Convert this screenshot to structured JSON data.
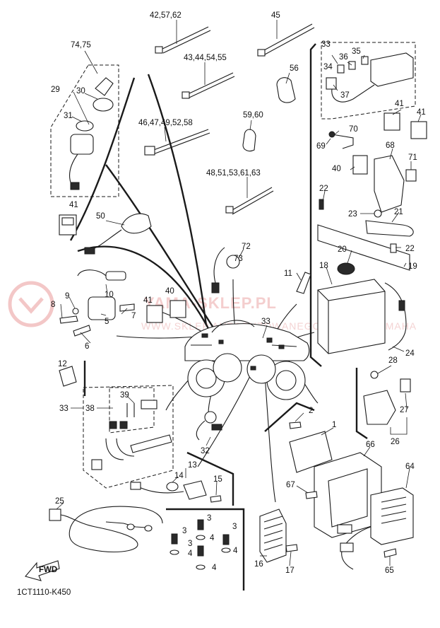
{
  "diagram": {
    "code": "1CT1110-K450",
    "watermark": {
      "line1": "YAMA-SKLEP.PL",
      "line2": "WWW.SKLEP.AUTORYZOWANEGO DEALER YAMAHA"
    },
    "fwd_label": "FWD",
    "callouts": {
      "c1": "1",
      "c2": "2",
      "c3": "3",
      "c3b": "3",
      "c3c": "3",
      "c3d": "3",
      "c4": "4",
      "c4b": "4",
      "c4c": "4",
      "c4d": "4",
      "c5": "5",
      "c6": "6",
      "c7": "7",
      "c8": "8",
      "c9": "9",
      "c10": "10",
      "c11": "11",
      "c12": "12",
      "c13": "13",
      "c14": "14",
      "c15": "15",
      "c16": "16",
      "c17": "17",
      "c18": "18",
      "c19": "19",
      "c20": "20",
      "c21": "21",
      "c22": "22",
      "c22b": "22",
      "c23": "23",
      "c24": "24",
      "c25": "25",
      "c26": "26",
      "c27": "27",
      "c28": "28",
      "c29": "29",
      "c30": "30",
      "c31": "31",
      "c32": "32",
      "c33": "33",
      "c33b": "33",
      "c33c": "33",
      "c34": "34",
      "c35": "35",
      "c36": "36",
      "c37": "37",
      "c38": "38",
      "c39": "39",
      "c40": "40",
      "c40b": "40",
      "c41": "41",
      "c41b": "41",
      "c41c": "41",
      "c41d": "41",
      "c45": "45",
      "c50": "50",
      "c56": "56",
      "c64": "64",
      "c65": "65",
      "c66": "66",
      "c67": "67",
      "c68": "68",
      "c69": "69",
      "c70": "70",
      "c71": "71",
      "g42": "42,57,62",
      "g43": "43,44,54,55",
      "g46": "46,47,49,52,58",
      "g48": "48,51,53,61,63",
      "g59": "59,60",
      "g72": "72",
      "g73": "73",
      "g74": "74,75"
    }
  }
}
